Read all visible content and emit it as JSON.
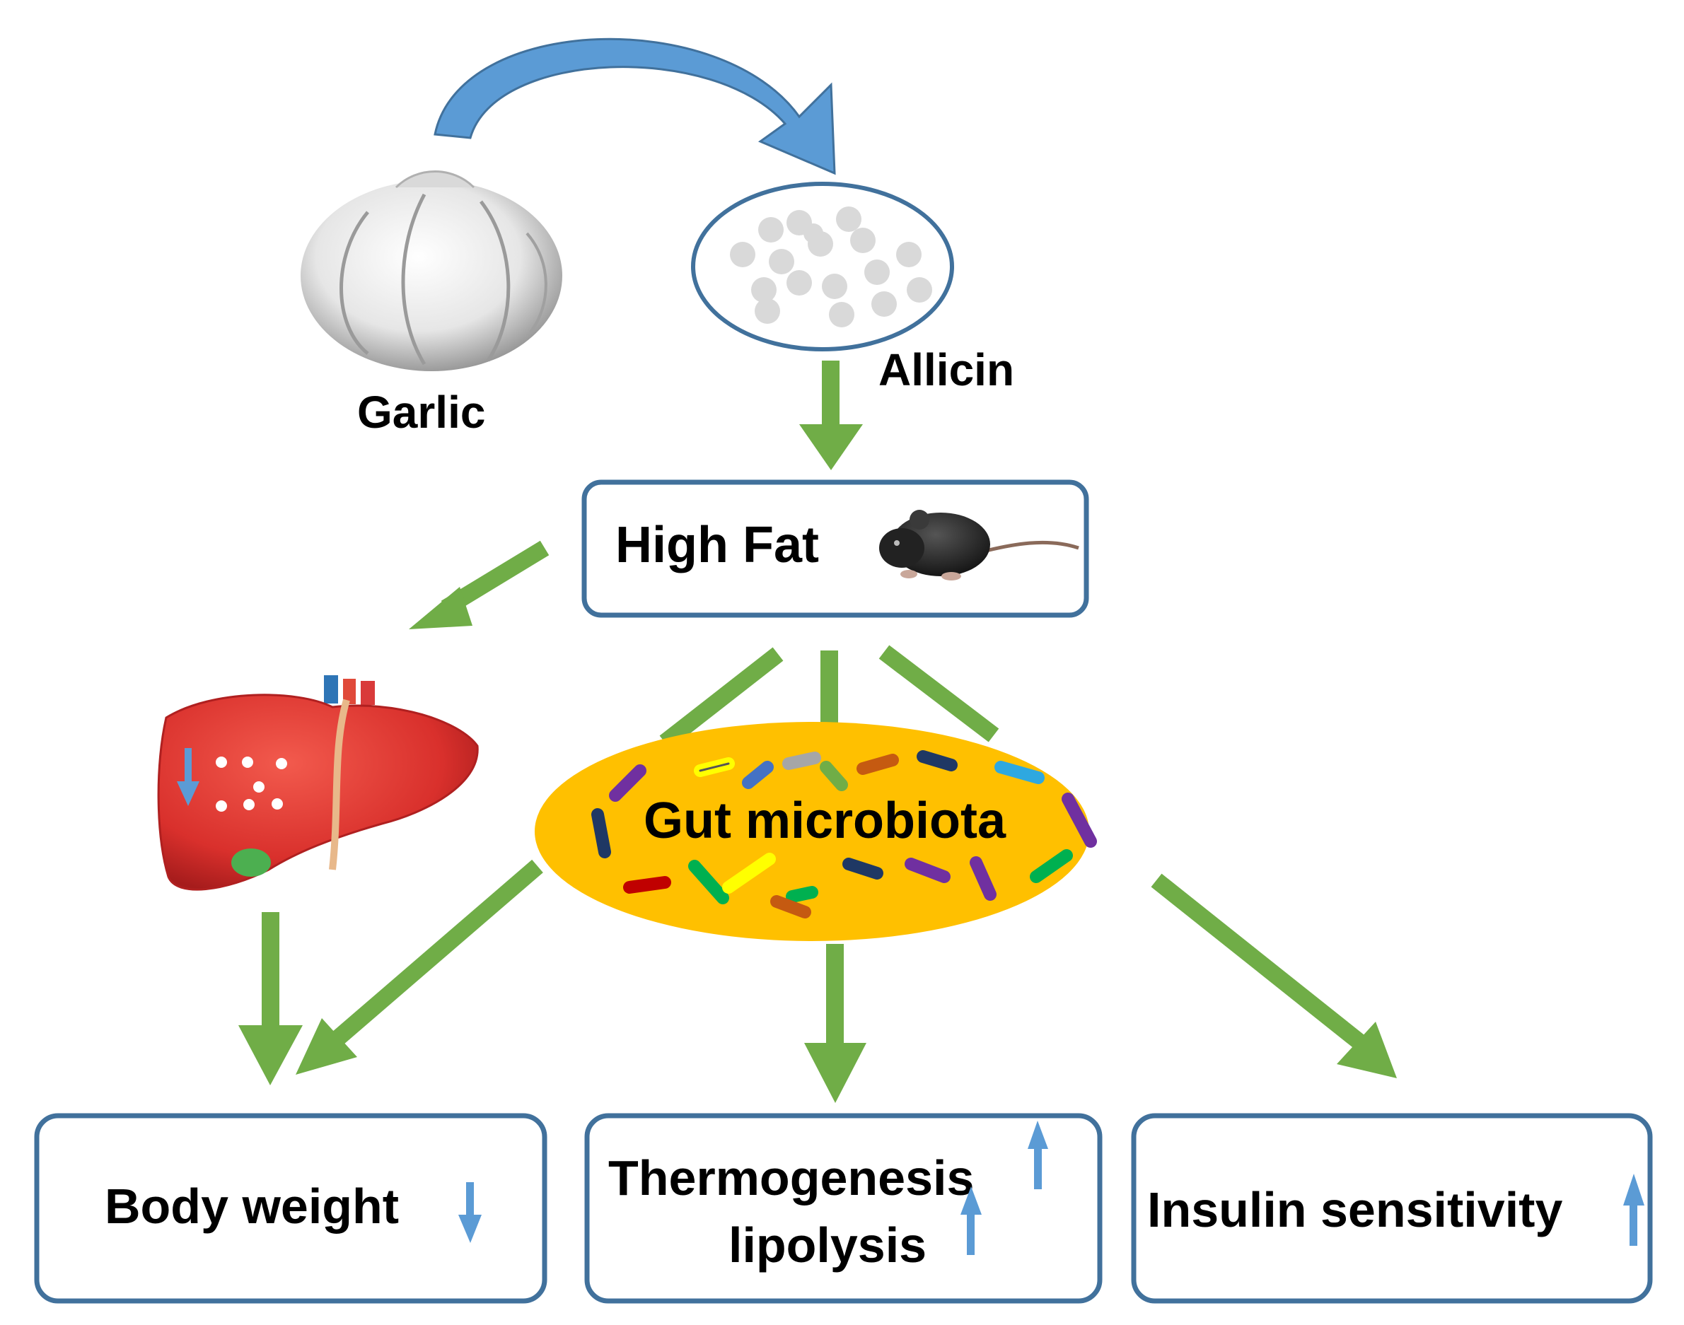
{
  "labels": {
    "garlic": "Garlic",
    "allicin": "Allicin",
    "high_fat": "High Fat",
    "gut_microbiota": "Gut microbiota",
    "body_weight": "Body weight",
    "thermogenesis": "Thermogenesis",
    "lipolysis": "lipolysis",
    "insulin_sensitivity": "Insulin sensitivity"
  },
  "indicators": {
    "body_weight": "down",
    "thermogenesis": "up",
    "lipolysis": "up",
    "insulin_sensitivity": "up",
    "liver_fat": "down"
  },
  "colors": {
    "flow_arrow": "#70ad47",
    "curved_arrow": "#5b9bd5",
    "box_border": "#41719c",
    "indicator_arrow": "#5b9bd5",
    "gut_ellipse": "#ffc000",
    "liver": "#d9302c"
  },
  "icons": {
    "garlic": "garlic-bulb-icon",
    "allicin": "petri-dish-icon",
    "mouse": "mouse-icon",
    "liver": "liver-icon",
    "bacteria": "bacteria-icon"
  }
}
